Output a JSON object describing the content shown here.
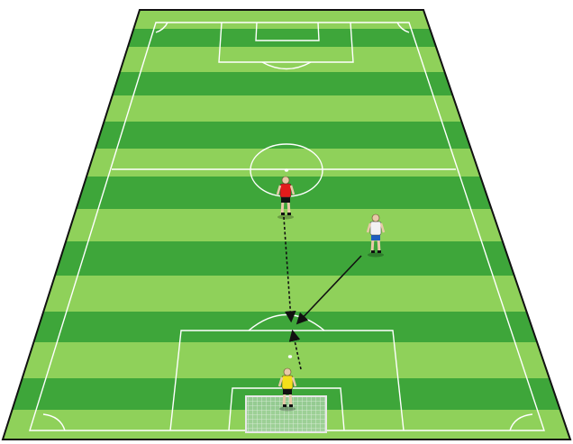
{
  "pitch": {
    "stripe_light": "#8fd15a",
    "stripe_dark": "#3ea63a",
    "line_color": "#ffffff",
    "border_color": "#111111"
  },
  "players": [
    {
      "role": "attacker-with-ball",
      "shirt": "#e21b1b",
      "shorts": "#111111"
    },
    {
      "role": "supporting-attacker",
      "shirt": "#f2f2f2",
      "shorts": "#1f5fbf"
    },
    {
      "role": "goalkeeper",
      "shirt": "#f4e01a",
      "shorts": "#111111"
    }
  ],
  "arrows": [
    {
      "type": "dribble",
      "style": "dashed",
      "from": "attacker-with-ball",
      "to": "penalty-arc"
    },
    {
      "type": "run",
      "style": "solid",
      "from": "supporting-attacker",
      "to": "penalty-arc"
    },
    {
      "type": "shot",
      "style": "dashed",
      "from": "goalkeeper",
      "to": "penalty-arc"
    }
  ]
}
